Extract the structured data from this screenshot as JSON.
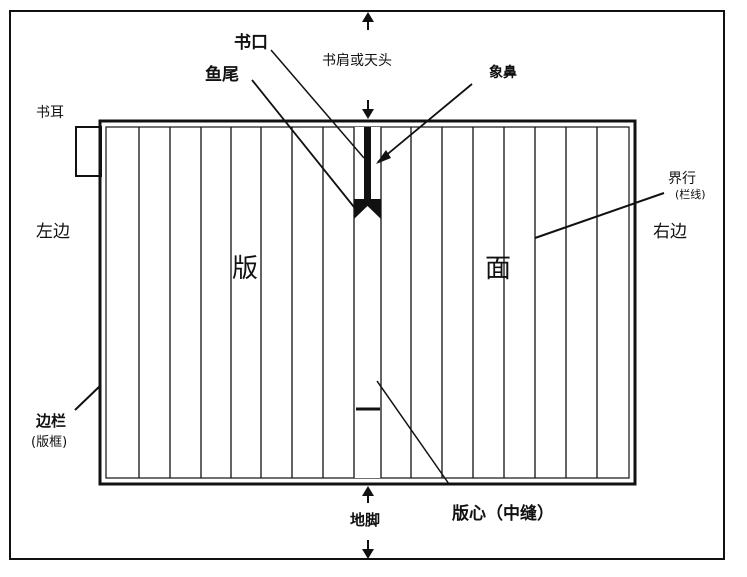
{
  "labels": {
    "shukou": "书口",
    "shujian": "书肩或天头",
    "xiangbi": "象鼻",
    "yuwei": "鱼尾",
    "shuer": "书耳",
    "zuobian": "左边",
    "youbian": "右边",
    "jiehang": "界行",
    "jiehang_sub": "(栏线)",
    "ban": "版",
    "mian": "面",
    "bianlan": "边栏",
    "bianlan_sub": "(版框)",
    "dijiao": "地脚",
    "banxin": "版心（中缝）"
  },
  "colors": {
    "ink": "#111111",
    "paper": "#ffffff"
  },
  "icons": {
    "up_arrow": "up-arrow-icon",
    "down_arrow": "down-arrow-icon"
  }
}
